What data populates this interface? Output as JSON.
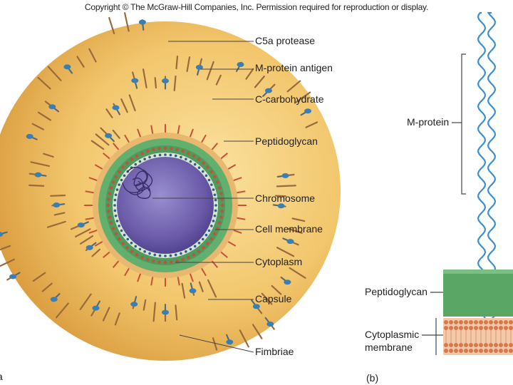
{
  "copyright": "Copyright © The McGraw-Hill Companies, Inc. Permission required for reproduction or display.",
  "panel_a": {
    "letter": "a",
    "labels": [
      "C5a protease",
      "M-protein antigen",
      "C-carbohydrate",
      "Peptidoglycan",
      "Chromosome",
      "Cell membrane",
      "Cytoplasm",
      "Capsule",
      "Fimbriae"
    ]
  },
  "panel_b": {
    "letter": "(b)",
    "m_protein_label": "M-protein",
    "peptidoglycan_label": "Peptidoglycan",
    "membrane_label_line1": "Cytoplasmic",
    "membrane_label_line2": "membrane"
  },
  "colors": {
    "capsule": "#f0c46a",
    "cell_wall": "#5fa86a",
    "cytoplasm": "#6a5aa8",
    "fimbriae": "#b07a4a",
    "protease": "#3a7fb4",
    "membrane": "#e8a07a"
  }
}
